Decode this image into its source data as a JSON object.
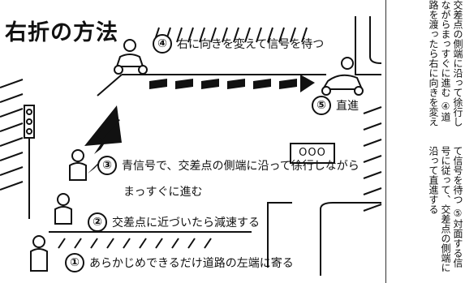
{
  "diagram": {
    "title": "右折の方法",
    "signal_label": "OOO",
    "steps": [
      {
        "num": "④",
        "text": "右に向きを変えて信号を待つ"
      },
      {
        "num": "⑤",
        "text": "直進"
      },
      {
        "num": "③",
        "text": "青信号で、交差点の側端に沿って徐行しながら"
      },
      {
        "num": "",
        "text": "まっすぐに進む"
      },
      {
        "num": "②",
        "text": "交差点に近づいたら減速する"
      },
      {
        "num": "①",
        "text": "あらかじめできるだけ道路の左端に寄る"
      }
    ]
  },
  "side_text": {
    "columns_top": [
      "交差点の側端に沿って徐行し",
      "ながらまっすぐに進む ④道",
      "路を渡ったら右に向きを変え"
    ],
    "columns_bottom": [
      "て信号を待つ ⑤対面する信",
      "号に従って、交差点の側端に",
      "沿って直進する"
    ]
  }
}
